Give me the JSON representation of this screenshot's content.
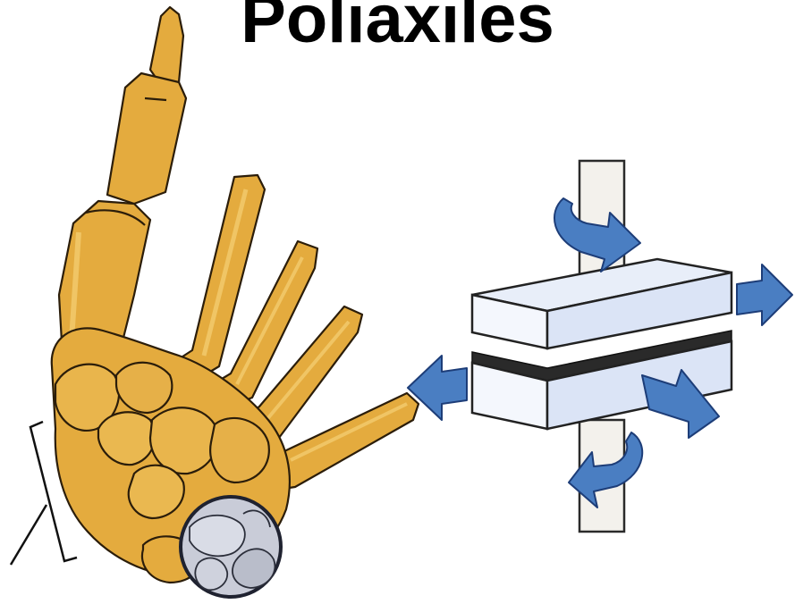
{
  "title": "Poliaxiles",
  "colors": {
    "bone_fill": "#e4ab3e",
    "bone_light": "#f0c565",
    "bone_outline": "#2b1d0a",
    "joint_fill": "#c9ccd8",
    "joint_ring": "#1f2230",
    "block_face": "#dde6f7",
    "block_side": "#eef3fc",
    "gap_dark": "#2a2a2a",
    "axis_fill": "#f3f1ec",
    "arrow_blue": "#4a7ec2",
    "arrow_outline": "#1d3d78"
  },
  "icons": {
    "hand": "hand-skeleton-illustration",
    "joint": "magnified-joint-icon",
    "model": "multiaxial-joint-model"
  }
}
